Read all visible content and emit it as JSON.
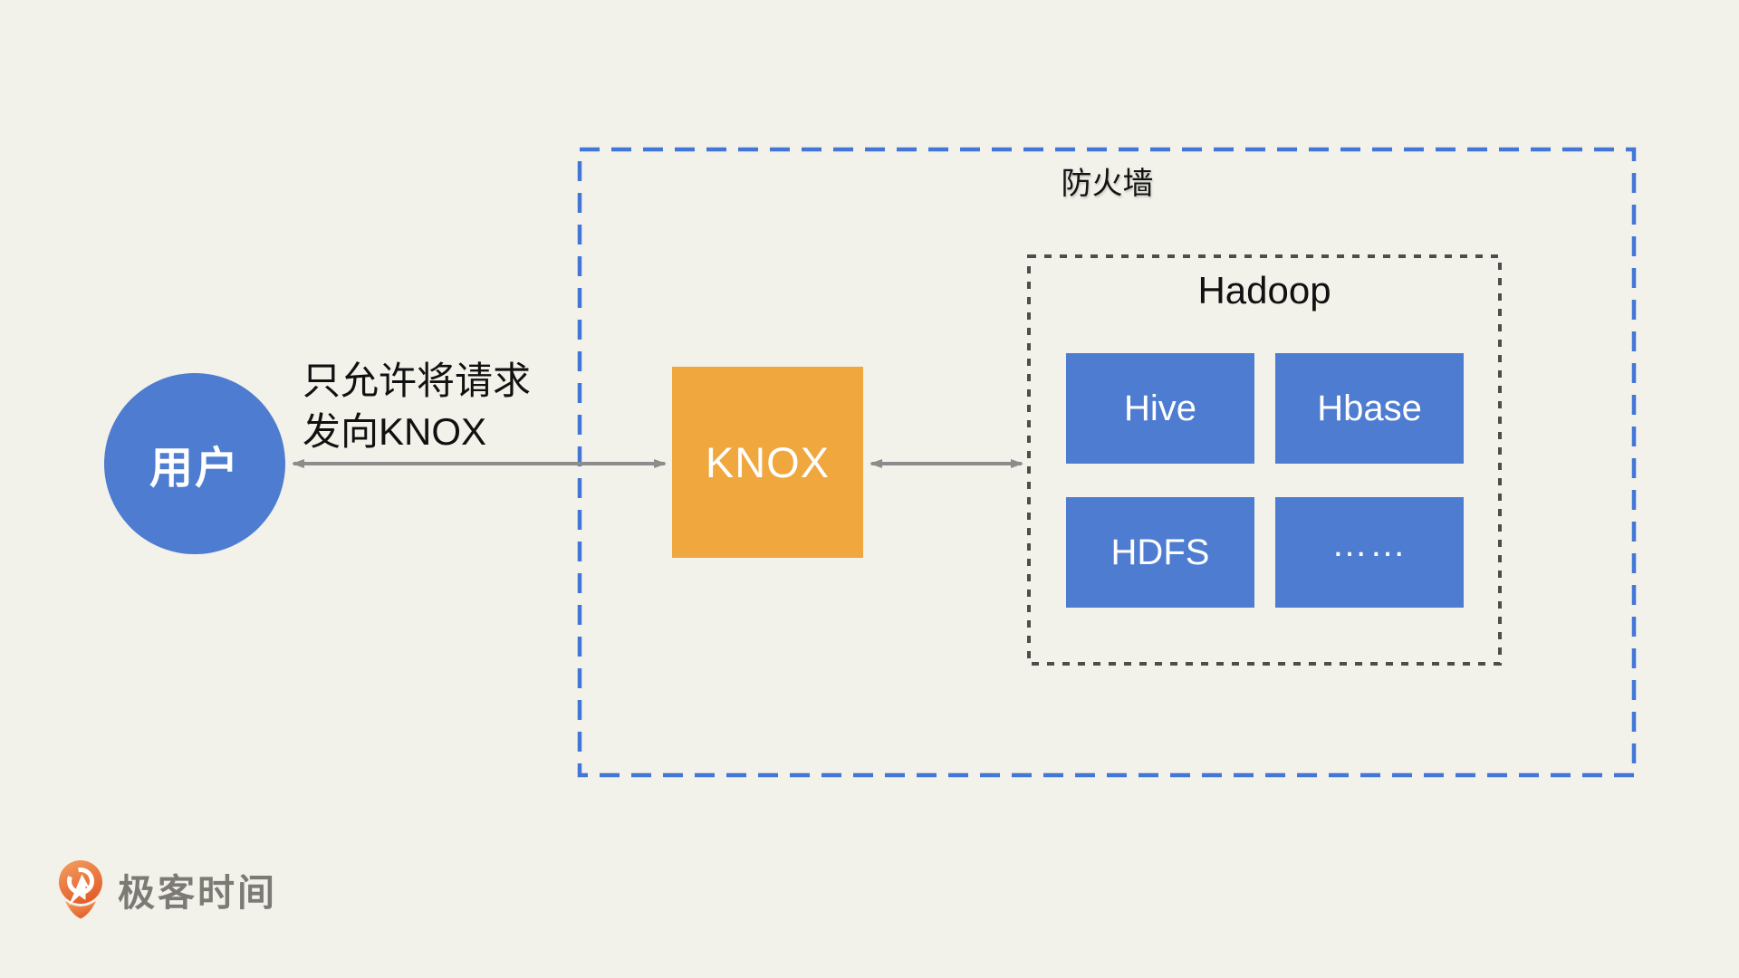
{
  "colors": {
    "background": "#f2f1ea",
    "node_blue": "#4d7cd0",
    "knox_orange": "#efa73e",
    "firewall_border_blue": "#4377d7",
    "hadoop_border_gray": "#4d4d4d",
    "arrow_gray": "#8c8c8c",
    "text_black": "#111111",
    "brand_text_gray": "#7d7a76",
    "brand_logo_orange": "#e4602b"
  },
  "diagram": {
    "user": {
      "label": "用户"
    },
    "request_note": {
      "line1": "只允许将请求",
      "line2": "发向KNOX"
    },
    "knox": {
      "label": "KNOX"
    },
    "firewall": {
      "label": "防火墙"
    },
    "hadoop": {
      "label": "Hadoop",
      "services": [
        {
          "label": "Hive"
        },
        {
          "label": "Hbase"
        },
        {
          "label": "HDFS"
        },
        {
          "label": "……"
        }
      ]
    }
  },
  "footer": {
    "brand": "极客时间"
  }
}
